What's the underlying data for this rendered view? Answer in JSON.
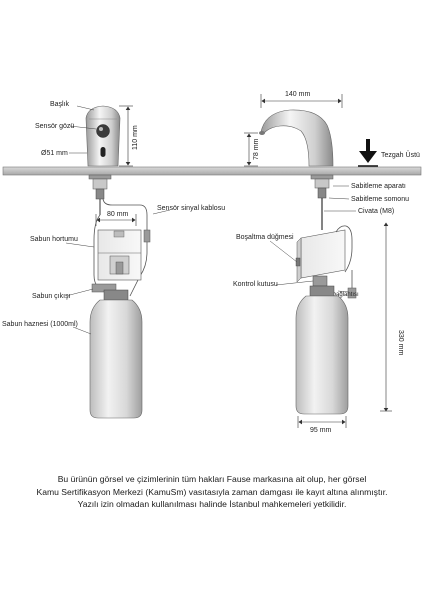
{
  "labels": {
    "baslik": "Başlık",
    "sensor_gozu": "Sensör gözü",
    "diameter": "Ø51 mm",
    "sensor_kablosu": "Sensör sinyal kablosu",
    "sabun_hortumu": "Sabun hortumu",
    "sabun_cikisi": "Sabun çıkışı",
    "sabun_haznesi": "Sabun haznesi (1000ml)",
    "tezgah_ustu": "Tezgah Üstü",
    "sabitleme_aparati": "Sabitleme aparatı",
    "sabitleme_somonu": "Sabitleme somonu",
    "civata": "Civata (M8)",
    "bosaltma_dugmesi": "Boşaltma düğmesi",
    "kontrol_kutusu": "Kontrol kutusu",
    "guc_baglantisi": "Güç bağlantısı"
  },
  "dimensions": {
    "height_110": "110 mm",
    "width_80": "80 mm",
    "width_140": "140 mm",
    "height_78": "78 mm",
    "height_330": "330 mm",
    "width_95": "95 mm"
  },
  "footer": {
    "line1": "Bu ürünün görsel ve çizimlerinin tüm hakları Fause markasına ait olup, her görsel",
    "line2": "Kamu Sertifikasyon Merkezi (KamuSm) vasıtasıyla zaman damgası ile kayıt altına alınmıştır.",
    "line3": "Yazılı izin olmadan kullanılması halinde İstanbul mahkemeleri yetkilidir."
  }
}
